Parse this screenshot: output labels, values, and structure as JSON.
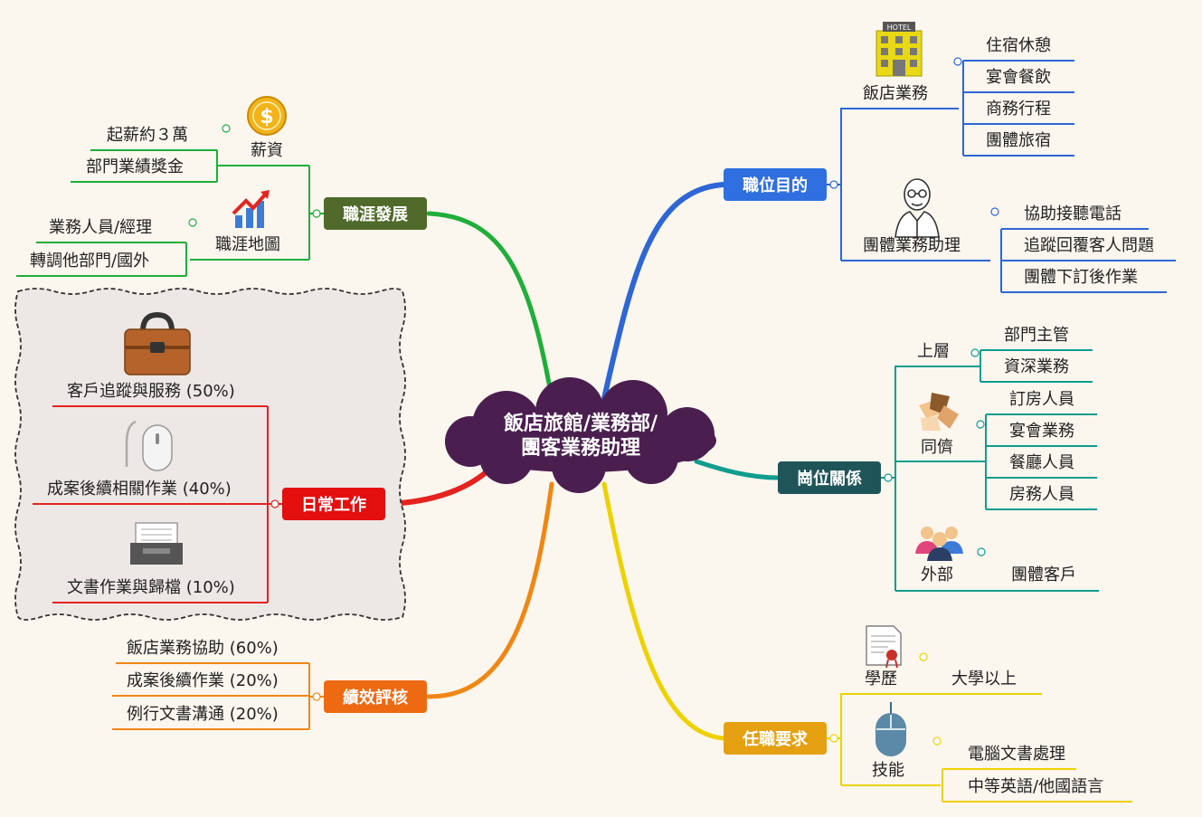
{
  "center": {
    "line1": "飯店旅館/業務部/",
    "line2": "團客業務助理"
  },
  "colors": {
    "center": "#4a1f4f",
    "purpose": "#2f6fe0",
    "relations": "#1f5559",
    "requirements": "#e5a112",
    "performance": "#ee6a12",
    "daily": "#e40f0f",
    "career": "#4f6a2a",
    "purpose_line": "#2e66d6",
    "relations_line": "#0f9d8e",
    "requirements_line": "#eed200",
    "performance_line": "#f08714",
    "daily_line": "#e5231e",
    "career_line": "#1fae3a"
  },
  "purpose": {
    "label": "職位目的",
    "hotel": {
      "label": "飯店業務",
      "icon_text": "HOTEL",
      "items": [
        "住宿休憩",
        "宴會餐飲",
        "商務行程",
        "團體旅宿"
      ]
    },
    "assistant": {
      "label": "團體業務助理",
      "items": [
        "協助接聽電話",
        "追蹤回覆客人問題",
        "團體下訂後作業"
      ]
    }
  },
  "relations": {
    "label": "崗位關係",
    "upper": {
      "label": "上層",
      "items": [
        "部門主管",
        "資深業務"
      ]
    },
    "peers": {
      "label": "同儕",
      "items": [
        "訂房人員",
        "宴會業務",
        "餐廳人員",
        "房務人員"
      ]
    },
    "external": {
      "label": "外部",
      "items": [
        "團體客戶"
      ]
    }
  },
  "requirements": {
    "label": "任職要求",
    "education": {
      "label": "學歷",
      "items": [
        "大學以上"
      ]
    },
    "skills": {
      "label": "技能",
      "items": [
        "電腦文書處理",
        "中等英語/他國語言"
      ]
    }
  },
  "performance": {
    "label": "績效評核",
    "items": [
      "飯店業務協助 (60%)",
      "成案後續作業 (20%)",
      "例行文書溝通 (20%)"
    ]
  },
  "daily": {
    "label": "日常工作",
    "items": [
      "客戶追蹤與服務 (50%)",
      "成案後續相關作業 (40%)",
      "文書作業與歸檔 (10%)"
    ]
  },
  "career": {
    "label": "職涯發展",
    "salary": {
      "label": "薪資",
      "items": [
        "起薪約３萬",
        "部門業績獎金"
      ]
    },
    "map": {
      "label": "職涯地圖",
      "items": [
        "業務人員/經理",
        "轉調他部門/國外"
      ]
    }
  }
}
